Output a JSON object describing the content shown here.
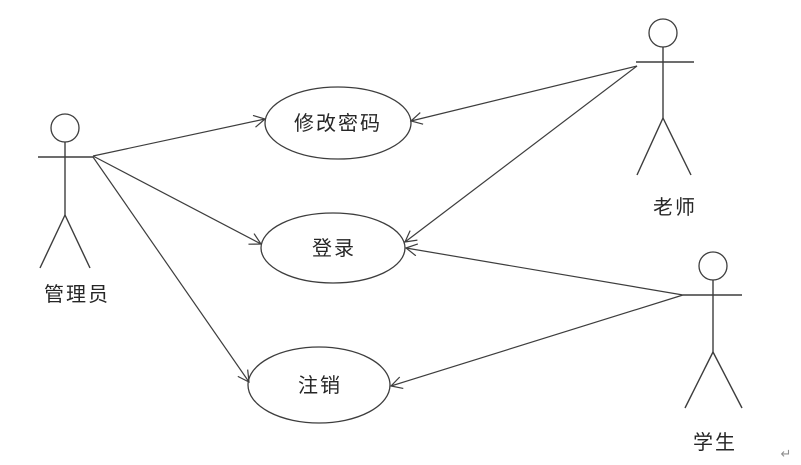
{
  "diagram_type": "uml-use-case-diagram",
  "colors": {
    "background": "#ffffff",
    "line": "#3d3d3d",
    "text": "#262626",
    "mark": "#8f8f8f"
  },
  "actors": [
    {
      "id": "admin",
      "label": "管理员"
    },
    {
      "id": "teacher",
      "label": "老师"
    },
    {
      "id": "student",
      "label": "学生"
    }
  ],
  "use_cases": [
    {
      "id": "change-password",
      "label": "修改密码"
    },
    {
      "id": "login",
      "label": "登录"
    },
    {
      "id": "logout",
      "label": "注销"
    }
  ],
  "associations": [
    {
      "from": "管理员",
      "to": "修改密码"
    },
    {
      "from": "管理员",
      "to": "登录"
    },
    {
      "from": "管理员",
      "to": "注销"
    },
    {
      "from": "老师",
      "to": "修改密码"
    },
    {
      "from": "老师",
      "to": "登录"
    },
    {
      "from": "学生",
      "to": "登录"
    },
    {
      "from": "学生",
      "to": "注销"
    }
  ],
  "paragraph_mark": "↵"
}
